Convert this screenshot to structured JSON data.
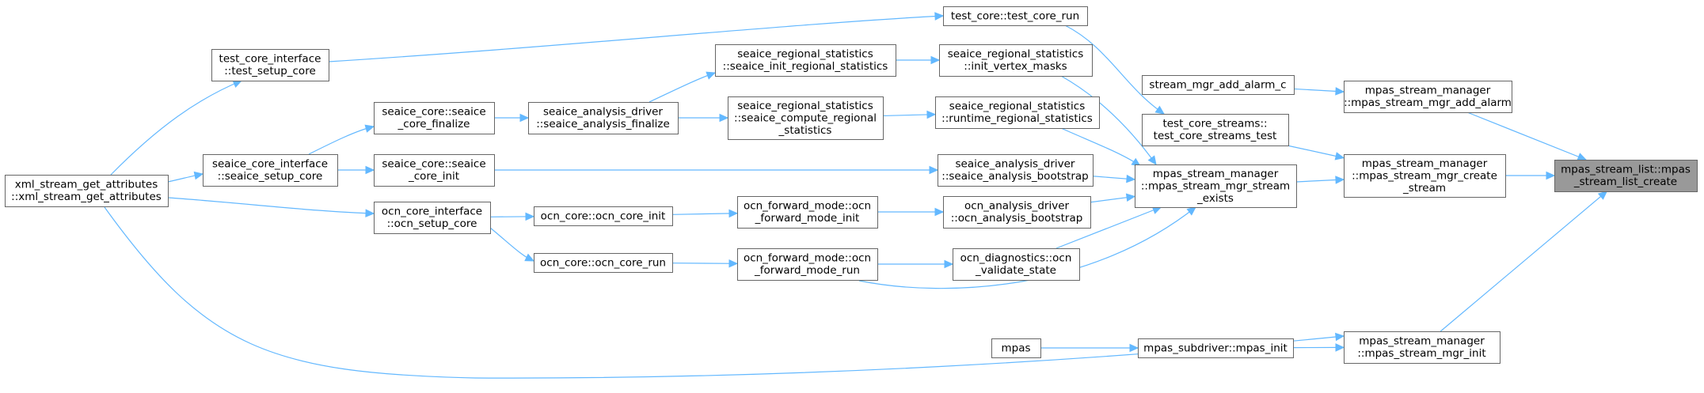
{
  "graph": {
    "nodes": [
      {
        "id": "n0",
        "lines": [
          "mpas_stream_list::mpas",
          "_stream_list_create"
        ],
        "highlight": true
      },
      {
        "id": "n1",
        "lines": [
          "mpas_stream_manager",
          "::mpas_stream_mgr_add_alarm"
        ]
      },
      {
        "id": "n2",
        "lines": [
          "mpas_stream_manager",
          "::mpas_stream_mgr_create",
          "_stream"
        ]
      },
      {
        "id": "n3",
        "lines": [
          "mpas_stream_manager",
          "::mpas_stream_mgr_init"
        ]
      },
      {
        "id": "n4",
        "lines": [
          "stream_mgr_add_alarm_c"
        ]
      },
      {
        "id": "n5",
        "lines": [
          "test_core_streams::",
          "test_core_streams_test"
        ]
      },
      {
        "id": "n6",
        "lines": [
          "mpas_stream_manager",
          "::mpas_stream_mgr_stream",
          "_exists"
        ]
      },
      {
        "id": "n7",
        "lines": [
          "mpas_subdriver::mpas_init"
        ]
      },
      {
        "id": "n8",
        "lines": [
          "mpas"
        ]
      },
      {
        "id": "n9",
        "lines": [
          "test_core::test_core_run"
        ]
      },
      {
        "id": "n10",
        "lines": [
          "seaice_regional_statistics",
          "::init_vertex_masks"
        ]
      },
      {
        "id": "n11",
        "lines": [
          "seaice_regional_statistics",
          "::runtime_regional_statistics"
        ]
      },
      {
        "id": "n12",
        "lines": [
          "seaice_analysis_driver",
          "::seaice_analysis_bootstrap"
        ]
      },
      {
        "id": "n13",
        "lines": [
          "ocn_analysis_driver",
          "::ocn_analysis_bootstrap"
        ]
      },
      {
        "id": "n14",
        "lines": [
          "ocn_diagnostics::ocn",
          "_validate_state"
        ]
      },
      {
        "id": "n15",
        "lines": [
          "seaice_regional_statistics",
          "::seaice_init_regional_statistics"
        ]
      },
      {
        "id": "n16",
        "lines": [
          "seaice_regional_statistics",
          "::seaice_compute_regional",
          "_statistics"
        ]
      },
      {
        "id": "n17",
        "lines": [
          "ocn_forward_mode::ocn",
          "_forward_mode_init"
        ]
      },
      {
        "id": "n18",
        "lines": [
          "ocn_forward_mode::ocn",
          "_forward_mode_run"
        ]
      },
      {
        "id": "n19",
        "lines": [
          "seaice_analysis_driver",
          "::seaice_analysis_finalize"
        ]
      },
      {
        "id": "n20",
        "lines": [
          "ocn_core::ocn_core_init"
        ]
      },
      {
        "id": "n21",
        "lines": [
          "ocn_core::ocn_core_run"
        ]
      },
      {
        "id": "n22",
        "lines": [
          "seaice_core::seaice",
          "_core_finalize"
        ]
      },
      {
        "id": "n23",
        "lines": [
          "seaice_core::seaice",
          "_core_init"
        ]
      },
      {
        "id": "n24",
        "lines": [
          "ocn_core_interface",
          "::ocn_setup_core"
        ]
      },
      {
        "id": "n25",
        "lines": [
          "test_core_interface",
          "::test_setup_core"
        ]
      },
      {
        "id": "n26",
        "lines": [
          "seaice_core_interface",
          "::seaice_setup_core"
        ]
      },
      {
        "id": "n27",
        "lines": [
          "xml_stream_get_attributes",
          "::xml_stream_get_attributes"
        ]
      }
    ],
    "edges": [
      {
        "from": "n1",
        "to": "n0"
      },
      {
        "from": "n2",
        "to": "n0"
      },
      {
        "from": "n3",
        "to": "n0"
      },
      {
        "from": "n4",
        "to": "n1"
      },
      {
        "from": "n5",
        "to": "n2"
      },
      {
        "from": "n6",
        "to": "n2"
      },
      {
        "from": "n7",
        "to": "n3"
      },
      {
        "from": "n27",
        "to": "n3"
      },
      {
        "from": "n8",
        "to": "n7"
      },
      {
        "from": "n9",
        "to": "n5"
      },
      {
        "from": "n10",
        "to": "n6"
      },
      {
        "from": "n11",
        "to": "n6"
      },
      {
        "from": "n12",
        "to": "n6"
      },
      {
        "from": "n13",
        "to": "n6"
      },
      {
        "from": "n14",
        "to": "n6"
      },
      {
        "from": "n18",
        "to": "n6"
      },
      {
        "from": "n15",
        "to": "n10"
      },
      {
        "from": "n16",
        "to": "n11"
      },
      {
        "from": "n23",
        "to": "n12"
      },
      {
        "from": "n17",
        "to": "n13"
      },
      {
        "from": "n18",
        "to": "n14"
      },
      {
        "from": "n19",
        "to": "n15"
      },
      {
        "from": "n19",
        "to": "n16"
      },
      {
        "from": "n20",
        "to": "n17"
      },
      {
        "from": "n21",
        "to": "n18"
      },
      {
        "from": "n22",
        "to": "n19"
      },
      {
        "from": "n24",
        "to": "n20"
      },
      {
        "from": "n24",
        "to": "n21"
      },
      {
        "from": "n26",
        "to": "n22"
      },
      {
        "from": "n26",
        "to": "n23"
      },
      {
        "from": "n27",
        "to": "n24"
      },
      {
        "from": "n27",
        "to": "n25"
      },
      {
        "from": "n27",
        "to": "n26"
      },
      {
        "from": "n25",
        "to": "n9"
      }
    ]
  },
  "colors": {
    "edge": "#63b8ff",
    "node_border": "#666666",
    "node_fill": "#ffffff",
    "highlight_fill": "#999999"
  }
}
